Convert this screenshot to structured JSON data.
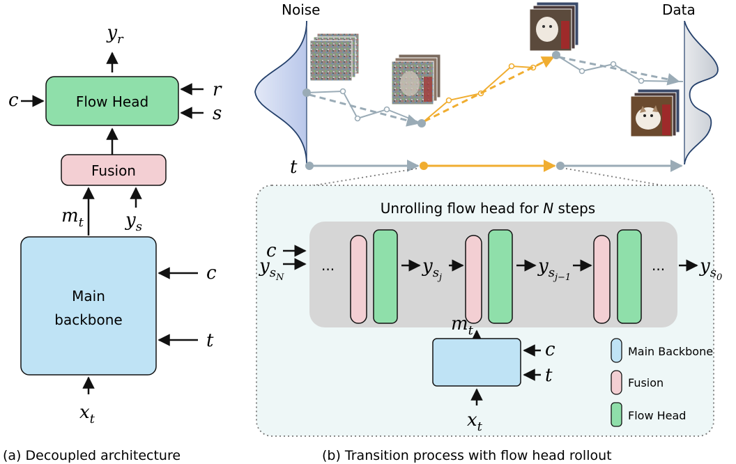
{
  "left": {
    "output": "y",
    "output_sub": "r",
    "flow_head": "Flow Head",
    "fusion": "Fusion",
    "backbone_line1": "Main",
    "backbone_line2": "backbone",
    "in_c_left": "c",
    "in_r": "r",
    "in_s": "s",
    "m": "m",
    "m_sub": "t",
    "y": "y",
    "y_sub": "s",
    "in_c_right": "c",
    "in_t": "t",
    "x": "x",
    "x_sub": "t",
    "caption": "(a) Decoupled architecture"
  },
  "right": {
    "noise_label": "Noise",
    "data_label": "Data",
    "t_axis": "t",
    "rollout_title_pre": "Unrolling flow head for ",
    "rollout_title_var": "N",
    "rollout_title_post": " steps",
    "in_c": "c",
    "in_y": "y",
    "in_y_sub": "s",
    "in_y_subsub": "N",
    "dots": "...",
    "ysj": "y",
    "ysj_sub": "s",
    "ysj_subsub": "j",
    "ysj1": "y",
    "ysj1_sub": "s",
    "ysj1_subsub": "j−1",
    "ys0": "y",
    "ys0_sub": "s",
    "ys0_subsub": "0",
    "m": "m",
    "m_sub": "t",
    "bb_c": "c",
    "bb_t": "t",
    "x": "x",
    "x_sub": "t",
    "legend": [
      "Main Backbone",
      "Fusion",
      "Flow Head"
    ],
    "caption": "(b) Transition process with flow head rollout"
  },
  "colors": {
    "backbone": "#bfe3f5",
    "fusion": "#f3cfd3",
    "flow_head": "#8fdfaa",
    "trajectory_gray": "#9aabb6",
    "trajectory_orange": "#f0ad30",
    "rollout_bg": "#d6d6d6",
    "panel_bg": "#eef7f7"
  }
}
